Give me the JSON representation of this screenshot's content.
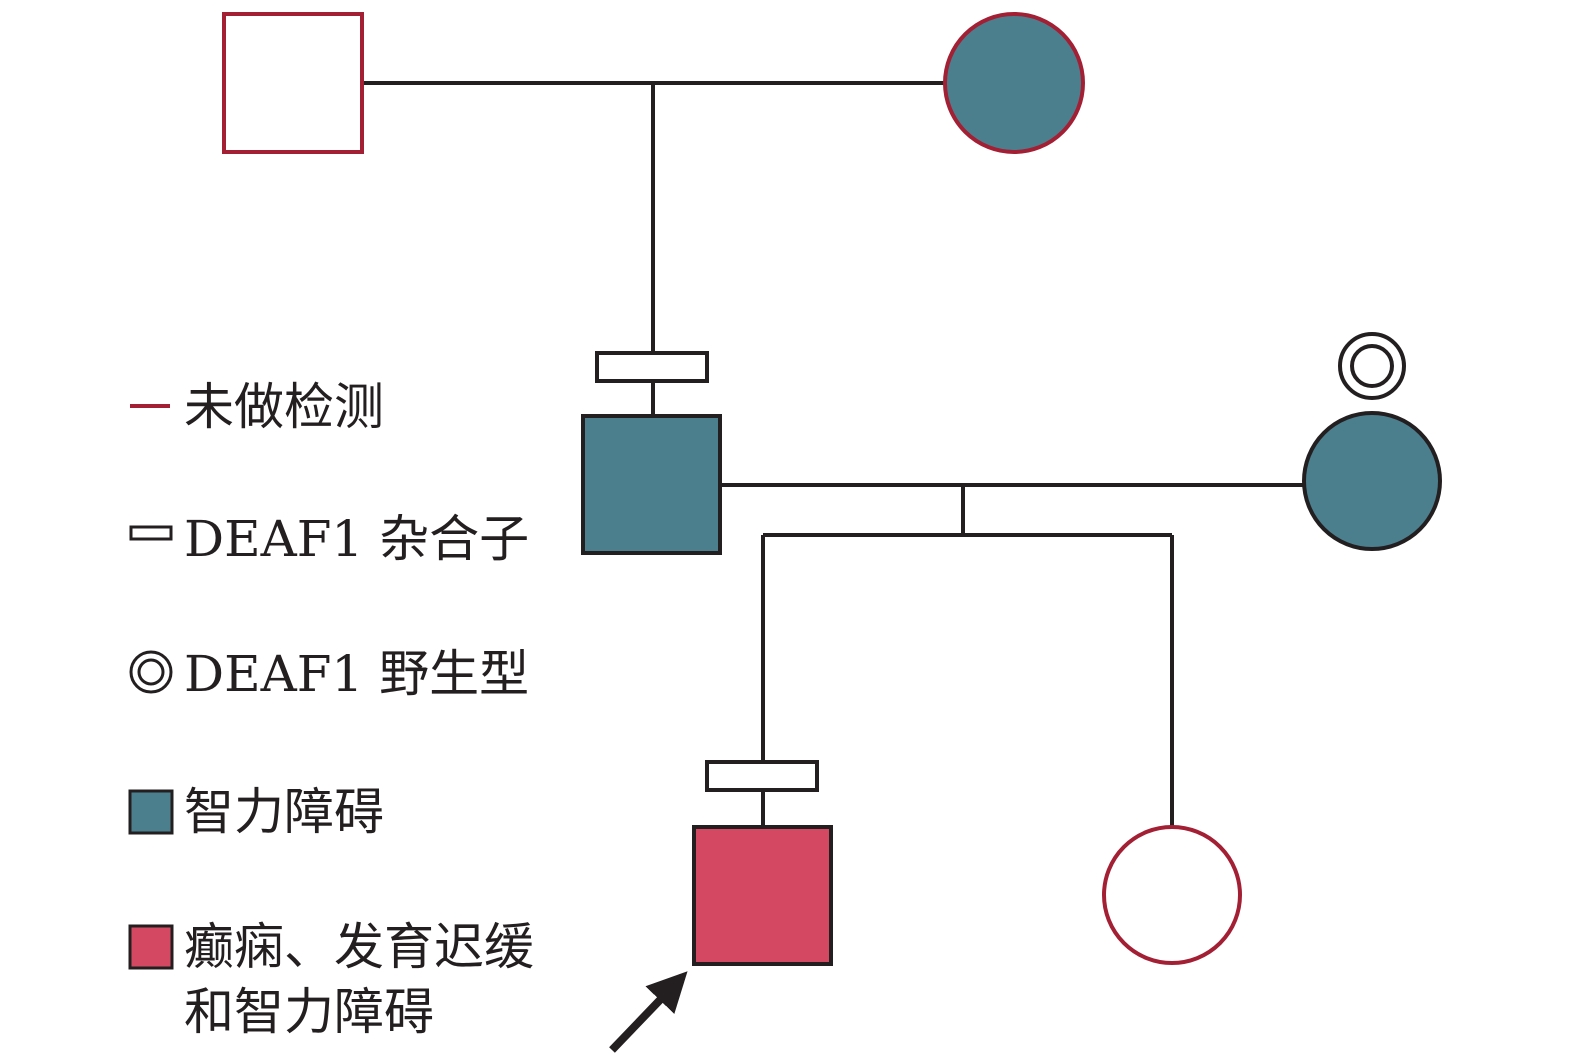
{
  "colors": {
    "untested_border": "#a31f34",
    "intellectual_disability": "#4b7f8e",
    "epilepsy_dd_id": "#d44862",
    "line": "#231f20",
    "background": "#ffffff"
  },
  "legend": {
    "untested": "未做检测",
    "heterozygote": "DEAF1 杂合子",
    "wildtype": "DEAF1 野生型",
    "id": "智力障碍",
    "epilepsy_line1": "癫痫、发育迟缓",
    "epilepsy_line2": "和智力障碍"
  },
  "pedigree": {
    "individuals": [
      {
        "id": "grandfather",
        "sex": "male",
        "status": "unaffected",
        "tested": false
      },
      {
        "id": "grandmother",
        "sex": "female",
        "status": "intellectual-disability",
        "tested": false
      },
      {
        "id": "father",
        "sex": "male",
        "status": "intellectual-disability",
        "genotype": "DEAF1 heterozygote"
      },
      {
        "id": "mother",
        "sex": "female",
        "status": "intellectual-disability",
        "genotype": "DEAF1 wild-type"
      },
      {
        "id": "proband",
        "sex": "male",
        "status": "epilepsy-dd-id",
        "genotype": "DEAF1 heterozygote",
        "proband": true
      },
      {
        "id": "sister",
        "sex": "female",
        "status": "unaffected",
        "tested": false
      }
    ]
  }
}
